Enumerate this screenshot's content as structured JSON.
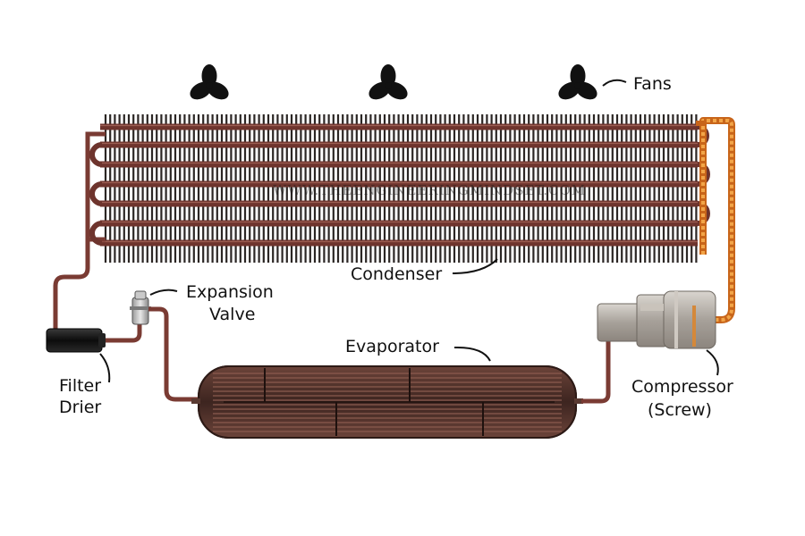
{
  "labels": {
    "fans": "Fans",
    "condenser": "Condenser",
    "expansion_valve_line1": "Expansion",
    "expansion_valve_line2": "Valve",
    "evaporator": "Evaporator",
    "filter_drier_line1": "Filter",
    "filter_drier_line2": "Drier",
    "compressor_line1": "Compressor",
    "compressor_line2": "(Screw)"
  },
  "watermark": "WWW.THEENGINEERINGMINDSET.COM",
  "colors": {
    "pipe": "#7a3b33",
    "pipe_dark": "#4a1f1a",
    "fin": "#2b2624",
    "discharge_pipe": "#e08a2c",
    "fan": "#111111",
    "evaporator_shell": "#5a3a32",
    "compressor_body": "#b8b3ad",
    "filter_drier": "#121212"
  }
}
